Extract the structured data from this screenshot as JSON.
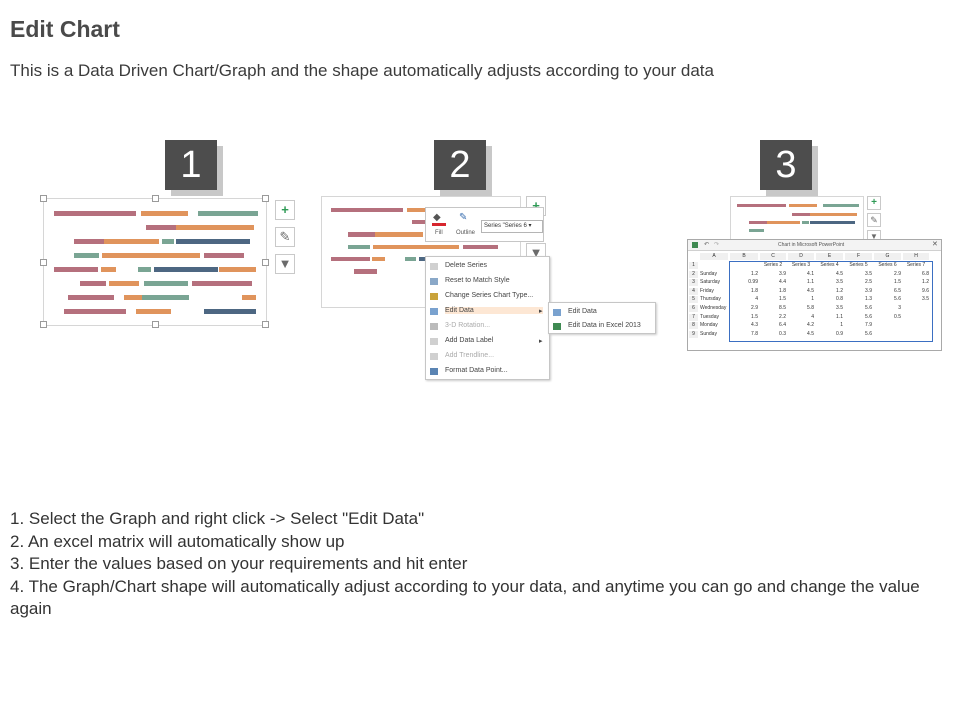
{
  "header": {
    "title": "Edit Chart",
    "subtitle": "This is a Data Driven Chart/Graph and the shape automatically adjusts according to your data"
  },
  "steps": [
    {
      "number": "1"
    },
    {
      "number": "2"
    },
    {
      "number": "3"
    }
  ],
  "colors": {
    "rose": "#b5707d",
    "orange": "#e0945c",
    "green": "#7aa594",
    "navy": "#4d6782",
    "step_box": "#4d4d4d"
  },
  "format_toolbar": {
    "fill_label": "Fill",
    "outline_label": "Outline",
    "series_dropdown": "Series \"Series 6"
  },
  "context_menu": {
    "items": [
      {
        "label": "Delete Series",
        "enabled": true
      },
      {
        "label": "Reset to Match Style",
        "enabled": true
      },
      {
        "label": "Change Series Chart Type...",
        "enabled": true
      },
      {
        "label": "Edit Data",
        "enabled": true,
        "submenu": true
      },
      {
        "label": "3-D Rotation...",
        "enabled": false
      },
      {
        "label": "Add Data Label",
        "enabled": true,
        "submenu": true
      },
      {
        "label": "Add Trendline...",
        "enabled": false
      },
      {
        "label": "Format Data Point...",
        "enabled": true
      }
    ],
    "submenu": [
      "Edit Data",
      "Edit Data in Excel 2013"
    ]
  },
  "spreadsheet": {
    "window_title": "Chart in Microsoft PowerPoint",
    "columns": [
      "A",
      "B",
      "C",
      "D",
      "E",
      "F",
      "G",
      "H"
    ],
    "header_row": [
      "",
      "",
      "Series 2",
      "Series 3",
      "Series 4",
      "Series 5",
      "Series 6",
      "Series 7"
    ],
    "rows": [
      [
        "Sunday",
        "1.2",
        "3.9",
        "4.1",
        "4.5",
        "3.5",
        "2.9",
        "6.8"
      ],
      [
        "Saturday",
        "0.99",
        "4.4",
        "1.1",
        "3.5",
        "2.5",
        "1.5",
        "1.2"
      ],
      [
        "Friday",
        "1.8",
        "1.8",
        "4.5",
        "1.2",
        "3.9",
        "6.5",
        "9.6"
      ],
      [
        "Thursday",
        "4",
        "1.5",
        "1",
        "0.8",
        "1.3",
        "5.6",
        "3.5"
      ],
      [
        "Wednesday",
        "2.9",
        "8.5",
        "5.8",
        "3.5",
        "5.6",
        "3",
        ""
      ],
      [
        "Tuesday",
        "1.5",
        "2.2",
        "4",
        "1.1",
        "5.6",
        "0.5",
        ""
      ],
      [
        "Monday",
        "4.3",
        "6.4",
        "4.2",
        "1",
        "7.9",
        "",
        ""
      ],
      [
        "Sunday",
        "7.8",
        "0.3",
        "4.5",
        "0.9",
        "5.6",
        "",
        ""
      ]
    ]
  },
  "instructions": {
    "line1": "1. Select the Graph and right click -> Select \"Edit Data\"",
    "line2": "2. An excel matrix will automatically show up",
    "line3": "3. Enter the values based on your requirements and hit enter",
    "line4": "4. The Graph/Chart shape will automatically adjust according to your data, and anytime you can go and change the value again"
  }
}
